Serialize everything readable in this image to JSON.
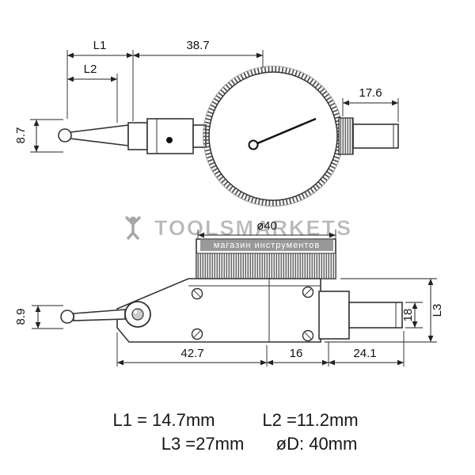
{
  "drawing": {
    "top_view": {
      "dim_l1": "L1",
      "dim_width": "38.7",
      "dim_l2": "L2",
      "dim_stem": "17.6",
      "dim_height": "8.7"
    },
    "bottom_view": {
      "dim_diameter": "ø40",
      "dim_height": "8.9",
      "dim_body_length": "42.7",
      "dim_collar": "16",
      "dim_stem": "24.1",
      "dim_stem_height": "18",
      "dim_l3": "L3"
    }
  },
  "watermark": {
    "brand": "TOOLSMARKETS",
    "tagline": "магазин инструментов"
  },
  "legend": {
    "l1": "L1 = 14.7mm",
    "l2": "L2 =11.2mm",
    "l3": "L3 =27mm",
    "d": "øD: 40mm"
  },
  "colors": {
    "line": "#222222",
    "watermark_gray": "#a9a9a9",
    "tagline_bar": "#7d7d7d"
  }
}
